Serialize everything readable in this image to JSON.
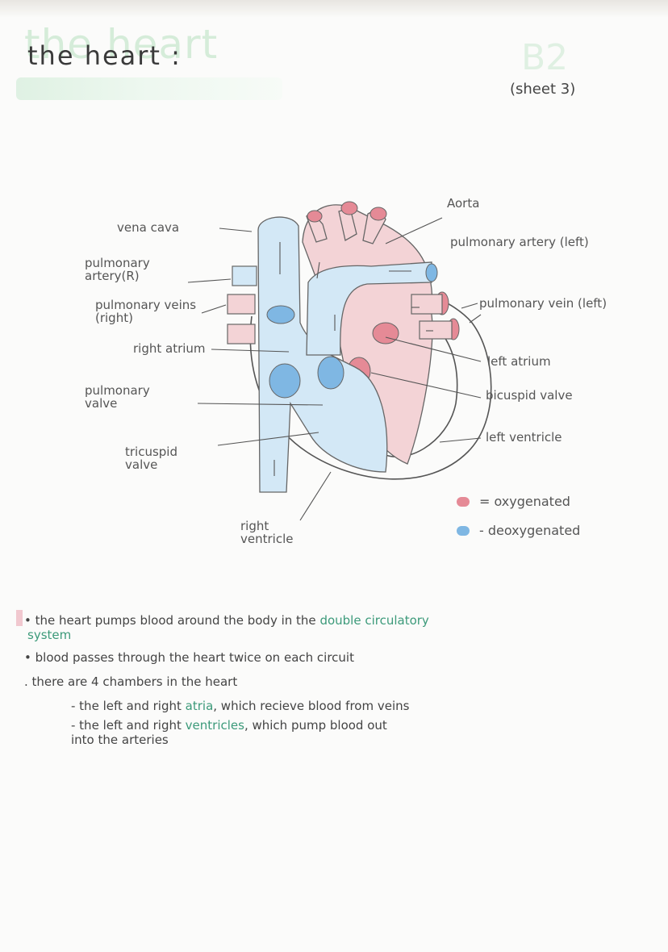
{
  "header": {
    "title": "the heart",
    "title_handwritten": "the heart :",
    "unit_code": "B2",
    "sheet": "(sheet 3)"
  },
  "diagram_labels": {
    "vena_cava": "vena cava",
    "pulmonary_artery_r": "pulmonary artery(R)",
    "pulmonary_veins_r": "pulmonary veins (right)",
    "right_atrium": "right atrium",
    "pulmonary_valve": "pulmonary valve",
    "tricuspid_valve": "tricuspid valve",
    "right_ventricle": "right ventricle",
    "aorta": "Aorta",
    "pulmonary_artery_l": "pulmonary artery (left)",
    "pulmonary_vein_l": "pulmonary vein (left)",
    "left_atrium": "left atrium",
    "bicuspid_valve": "bicuspid valve",
    "left_ventricle": "left ventricle"
  },
  "legend": [
    {
      "label": "= oxygenated",
      "color": "#e58a96"
    },
    {
      "label": "- deoxygenated",
      "color": "#7fb7e3"
    }
  ],
  "notes": {
    "n1_a": "the heart pumps blood around the body in the",
    "n1_b": "double circulatory",
    "n1_c": "system",
    "n2": "blood passes through the heart twice on each circuit",
    "n3": "there are 4 chambers in the heart",
    "n3_sub1_a": "- the left and right",
    "n3_sub1_b": "atria",
    "n3_sub1_c": ", which recieve blood from veins",
    "n3_sub2_a": "- the left and right",
    "n3_sub2_b": "ventricles",
    "n3_sub2_c": ", which pump blood out",
    "n3_sub2_d": "into the arteries"
  },
  "colors": {
    "oxygenated": "#e58a96",
    "deoxygenated": "#7fb7e3",
    "highlight_green": "#d5ecd9"
  }
}
